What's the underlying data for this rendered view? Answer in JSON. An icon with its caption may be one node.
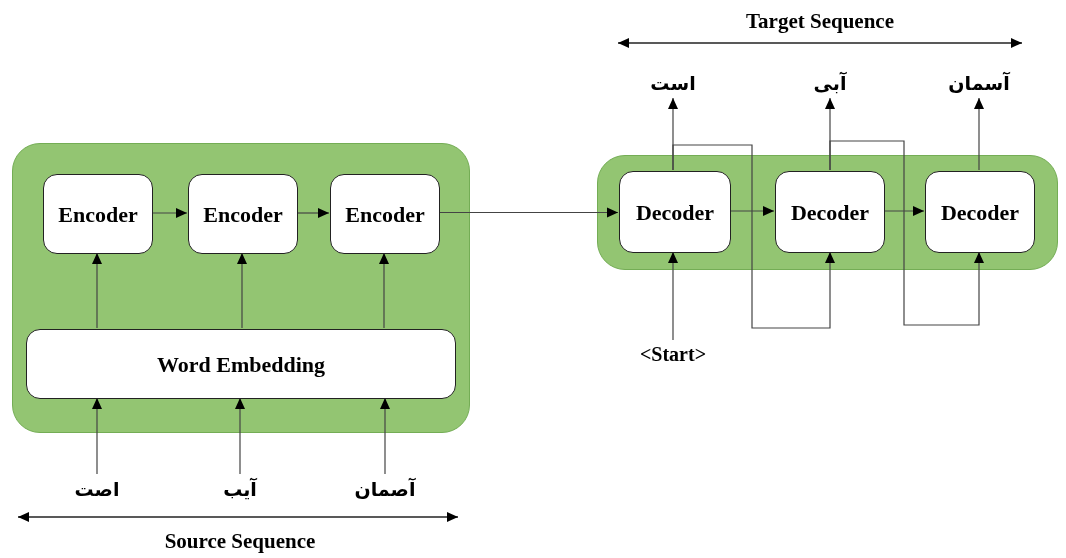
{
  "diagram": {
    "nodes": [
      {
        "text": [],
        "shape": "box"
      },
      {
        "text": [
          "Encoder"
        ],
        "in": 0
      },
      {
        "text": [
          "Encoder"
        ],
        "in": 0
      },
      {
        "text": [
          "Encoder"
        ],
        "in": 0
      },
      {
        "text": [
          "Word Embedding"
        ],
        "in": 0
      },
      {
        "text": [],
        "shape": "box"
      },
      {
        "text": [
          "Decoder"
        ],
        "in": 5
      },
      {
        "text": [
          "Decoder"
        ],
        "in": 5
      },
      {
        "text": [
          "Decoder"
        ],
        "in": 5
      },
      {
        "text": [
          "اصت"
        ]
      },
      {
        "text": [
          "آیب"
        ]
      },
      {
        "text": [
          "آصمان"
        ]
      },
      {
        "text": [
          "<Start>"
        ]
      },
      {
        "text": [
          "است"
        ]
      },
      {
        "text": [
          "آبی"
        ]
      },
      {
        "text": [
          "آسمان"
        ]
      }
    ],
    "edges": [
      {
        "from": 9,
        "to": 4,
        "arrow": "to"
      },
      {
        "from": 10,
        "to": 4,
        "arrow": "to"
      },
      {
        "from": 11,
        "to": 4,
        "arrow": "to"
      },
      {
        "from": 4,
        "to": 1,
        "arrow": "to"
      },
      {
        "from": 4,
        "to": 2,
        "arrow": "to"
      },
      {
        "from": 4,
        "to": 3,
        "arrow": "to"
      },
      {
        "from": 1,
        "to": 2,
        "arrow": "to"
      },
      {
        "from": 2,
        "to": 3,
        "arrow": "to"
      },
      {
        "from": 3,
        "to": 6,
        "arrow": "to"
      },
      {
        "from": 6,
        "to": 7,
        "arrow": "to"
      },
      {
        "from": 7,
        "to": 8,
        "arrow": "to"
      },
      {
        "from": 12,
        "to": 6,
        "arrow": "to"
      },
      {
        "from": 6,
        "to": 13,
        "arrow": "to"
      },
      {
        "from": 7,
        "to": 14,
        "arrow": "to"
      },
      {
        "from": 8,
        "to": 15,
        "arrow": "to"
      },
      {
        "from": 6,
        "to": 7,
        "arrow": "to"
      },
      {
        "from": 7,
        "to": 8,
        "arrow": "to"
      }
    ],
    "labels": [
      "Target Sequence",
      "Source Sequence"
    ]
  }
}
